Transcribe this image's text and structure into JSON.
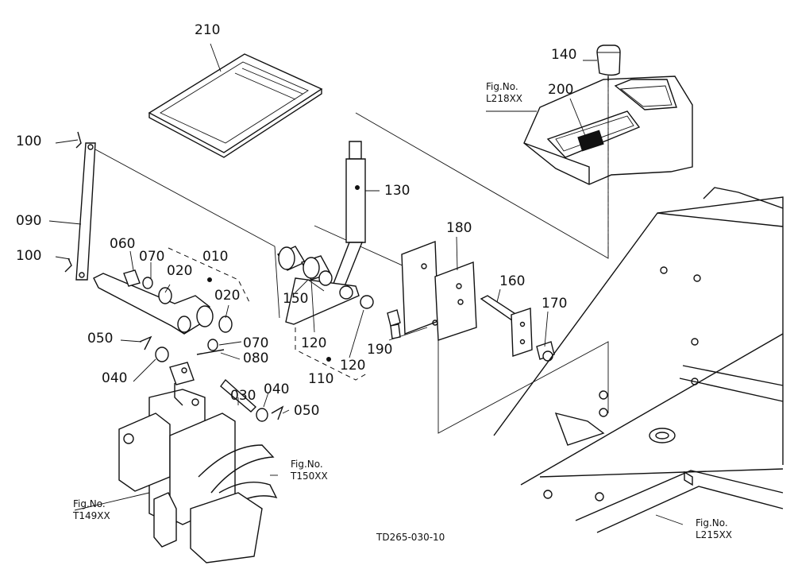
{
  "parts": [
    {
      "key": "p210",
      "label": "210"
    },
    {
      "key": "p140",
      "label": "140"
    },
    {
      "key": "p200",
      "label": "200"
    },
    {
      "key": "p100a",
      "label": "100"
    },
    {
      "key": "p130",
      "label": "130"
    },
    {
      "key": "p090",
      "label": "090"
    },
    {
      "key": "p180",
      "label": "180"
    },
    {
      "key": "p060",
      "label": "060"
    },
    {
      "key": "p070a",
      "label": "070"
    },
    {
      "key": "p010",
      "label": "010"
    },
    {
      "key": "p100b",
      "label": "100"
    },
    {
      "key": "p020a",
      "label": "020"
    },
    {
      "key": "p160",
      "label": "160"
    },
    {
      "key": "p150",
      "label": "150"
    },
    {
      "key": "p020b",
      "label": "020"
    },
    {
      "key": "p170",
      "label": "170"
    },
    {
      "key": "p050a",
      "label": "050"
    },
    {
      "key": "p070b",
      "label": "070"
    },
    {
      "key": "p120a",
      "label": "120"
    },
    {
      "key": "p190",
      "label": "190"
    },
    {
      "key": "p080",
      "label": "080"
    },
    {
      "key": "p120b",
      "label": "120"
    },
    {
      "key": "p040a",
      "label": "040"
    },
    {
      "key": "p110",
      "label": "110"
    },
    {
      "key": "p030",
      "label": "030"
    },
    {
      "key": "p040b",
      "label": "040"
    },
    {
      "key": "p050b",
      "label": "050"
    }
  ],
  "figure_refs": [
    {
      "key": "l218",
      "line1": "Fig.No.",
      "line2": "L218XX"
    },
    {
      "key": "t150",
      "line1": "Fig.No.",
      "line2": "T150XX"
    },
    {
      "key": "t149",
      "line1": "Fig.No.",
      "line2": "T149XX"
    },
    {
      "key": "l215",
      "line1": "Fig.No.",
      "line2": "L215XX"
    }
  ],
  "drawing_code": "TD265-030-10"
}
